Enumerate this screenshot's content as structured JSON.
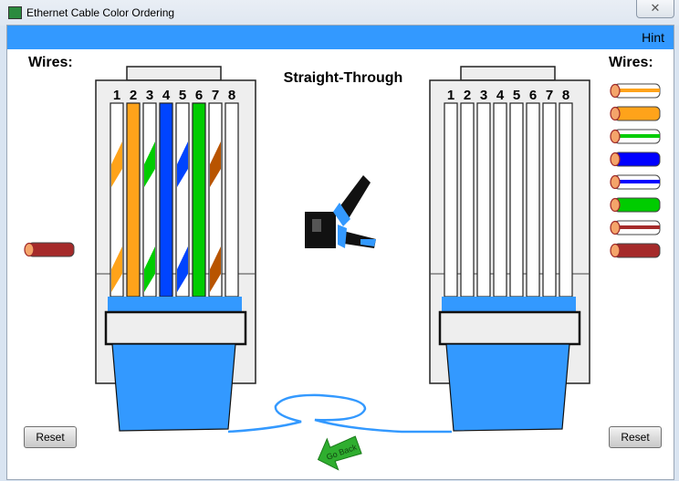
{
  "window": {
    "title": "Ethernet Cable Color Ordering",
    "close_glyph": "✕"
  },
  "menu": {
    "hint": "Hint"
  },
  "left": {
    "label": "Wires:",
    "reset": "Reset"
  },
  "right": {
    "label": "Wires:",
    "reset": "Reset"
  },
  "mode_title": "Straight-Through",
  "go_back": "Go Back",
  "pin_numbers": [
    "1",
    "2",
    "3",
    "4",
    "5",
    "6",
    "7",
    "8"
  ],
  "colors": {
    "orange": "#ffa31a",
    "green": "#00cc00",
    "blue": "#0044ff",
    "brown": "#b85400",
    "boot": "#3399ff",
    "wire_brown": "#a52a2a"
  },
  "left_connector_wires": [
    {
      "base": "#ffffff",
      "stripe": "#ffa31a"
    },
    {
      "base": "#ffa31a",
      "stripe": null
    },
    {
      "base": "#ffffff",
      "stripe": "#00cc00"
    },
    {
      "base": "#0044ff",
      "stripe": null
    },
    {
      "base": "#ffffff",
      "stripe": "#0044ff"
    },
    {
      "base": "#00cc00",
      "stripe": null
    },
    {
      "base": "#ffffff",
      "stripe": "#b85400"
    },
    {
      "base": "#ffffff",
      "stripe": null
    }
  ],
  "left_loose_wires": [
    {
      "base": "#a52a2a",
      "stripe": null
    }
  ],
  "right_palette_wires": [
    {
      "base": "#ffffff",
      "stripe": "#ffa31a"
    },
    {
      "base": "#ffa31a",
      "stripe": null
    },
    {
      "base": "#ffffff",
      "stripe": "#00cc00"
    },
    {
      "base": "#0000ff",
      "stripe": null
    },
    {
      "base": "#ffffff",
      "stripe": "#0000ff"
    },
    {
      "base": "#00cc00",
      "stripe": null
    },
    {
      "base": "#ffffff",
      "stripe": "#a52a2a"
    },
    {
      "base": "#a52a2a",
      "stripe": null
    }
  ]
}
